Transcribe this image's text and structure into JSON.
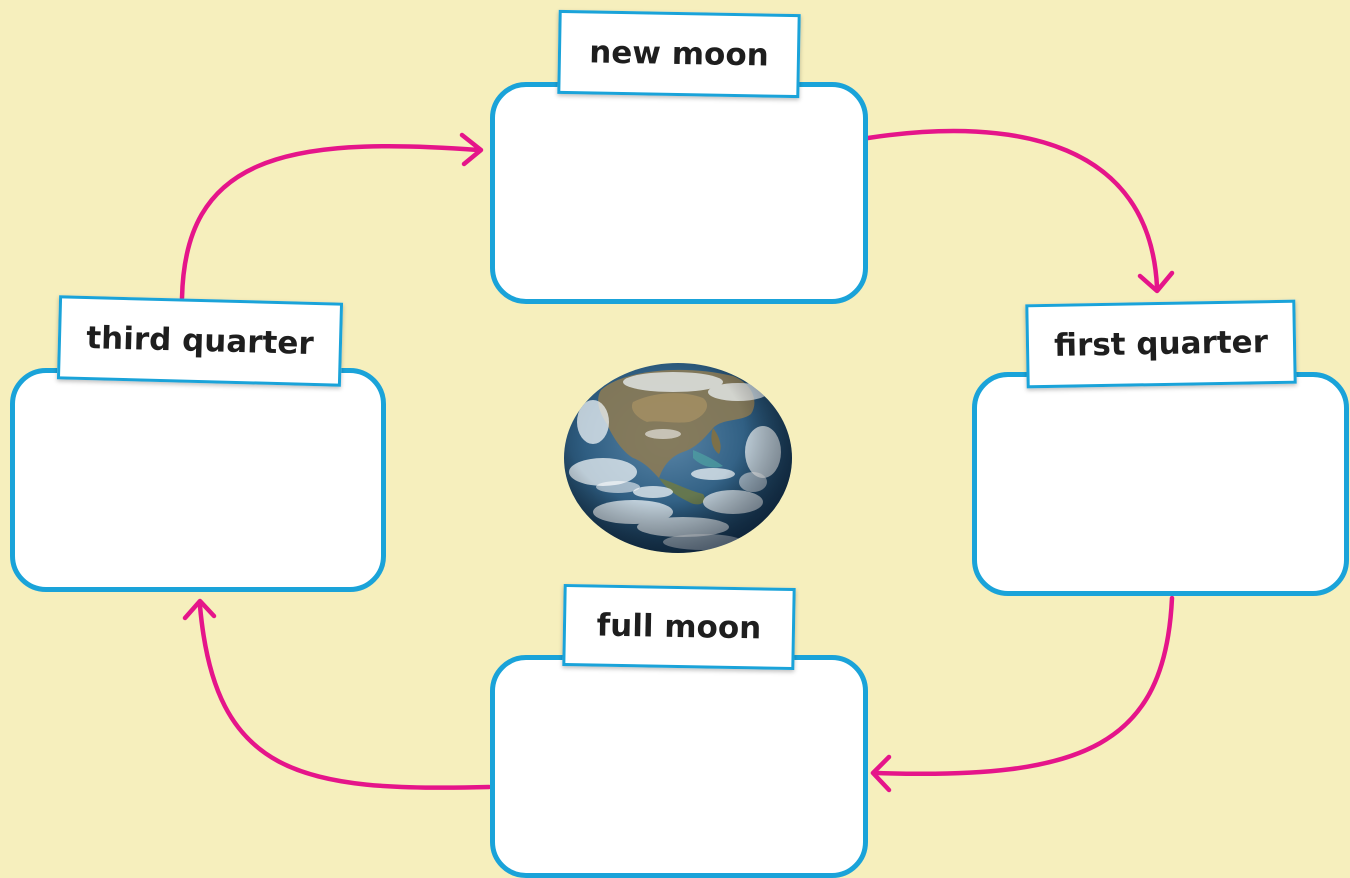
{
  "diagram": {
    "colors": {
      "background": "#f6efbd",
      "box_border": "#1aa3d9",
      "arrow": "#e5158a"
    },
    "phases": {
      "new_moon": {
        "label": "new moon"
      },
      "first_quarter": {
        "label": "first quarter"
      },
      "full_moon": {
        "label": "full moon"
      },
      "third_quarter": {
        "label": "third quarter"
      }
    },
    "center_image": {
      "icon": "earth-globe-image"
    }
  }
}
